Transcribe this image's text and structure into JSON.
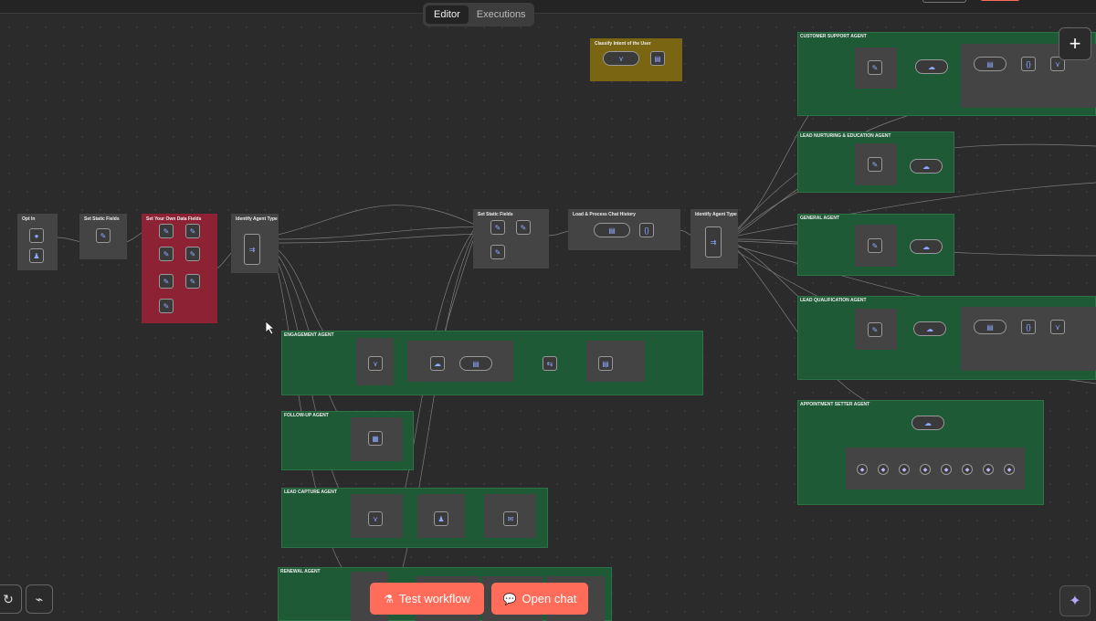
{
  "header": {
    "tabs": [
      {
        "label": "Editor",
        "active": true
      },
      {
        "label": "Executions",
        "active": false
      }
    ]
  },
  "canvas": {
    "stickies": {
      "opt_in": "Opt In",
      "set_static_fields": "Set Static Fields",
      "set_your_own_data_fields": "Set Your Own Data Fields",
      "identify_agent_type_left": "Identify Agent Type",
      "classify_intent": "Classify Intent of the User",
      "set_static_fields_2": "Set Static Fields",
      "load_process_chat_history": "Load & Process Chat History",
      "identify_agent_type_right": "Identify Agent Type"
    },
    "groups": {
      "customer_support": "CUSTOMER SUPPORT AGENT",
      "lead_nurturing": "LEAD NURTURING & EDUCATION AGENT",
      "general": "GENERAL AGENT",
      "lead_qualification": "LEAD QUALIFICATION AGENT",
      "appointment_setter": "APPOINTMENT SETTER AGENT",
      "engagement": "ENGAGEMENT AGENT",
      "follow_up": "FOLLOW-UP AGENT",
      "lead_capture": "LEAD CAPTURE AGENT",
      "renewal": "RENEWAL AGENT"
    }
  },
  "actions": {
    "test_workflow": "Test workflow",
    "open_chat": "Open chat"
  },
  "colors": {
    "accent": "#ff6d5a",
    "group_green": "#1f5a37",
    "sticky_red": "#8c2234",
    "sticky_yellow": "#7a6612"
  },
  "icons": {
    "add": "plus-icon",
    "zoom_reset": "refresh-icon",
    "tidy": "broom-icon",
    "assistant": "sparkle-icon",
    "test": "flask-icon",
    "chat": "chat-bubble-icon"
  }
}
